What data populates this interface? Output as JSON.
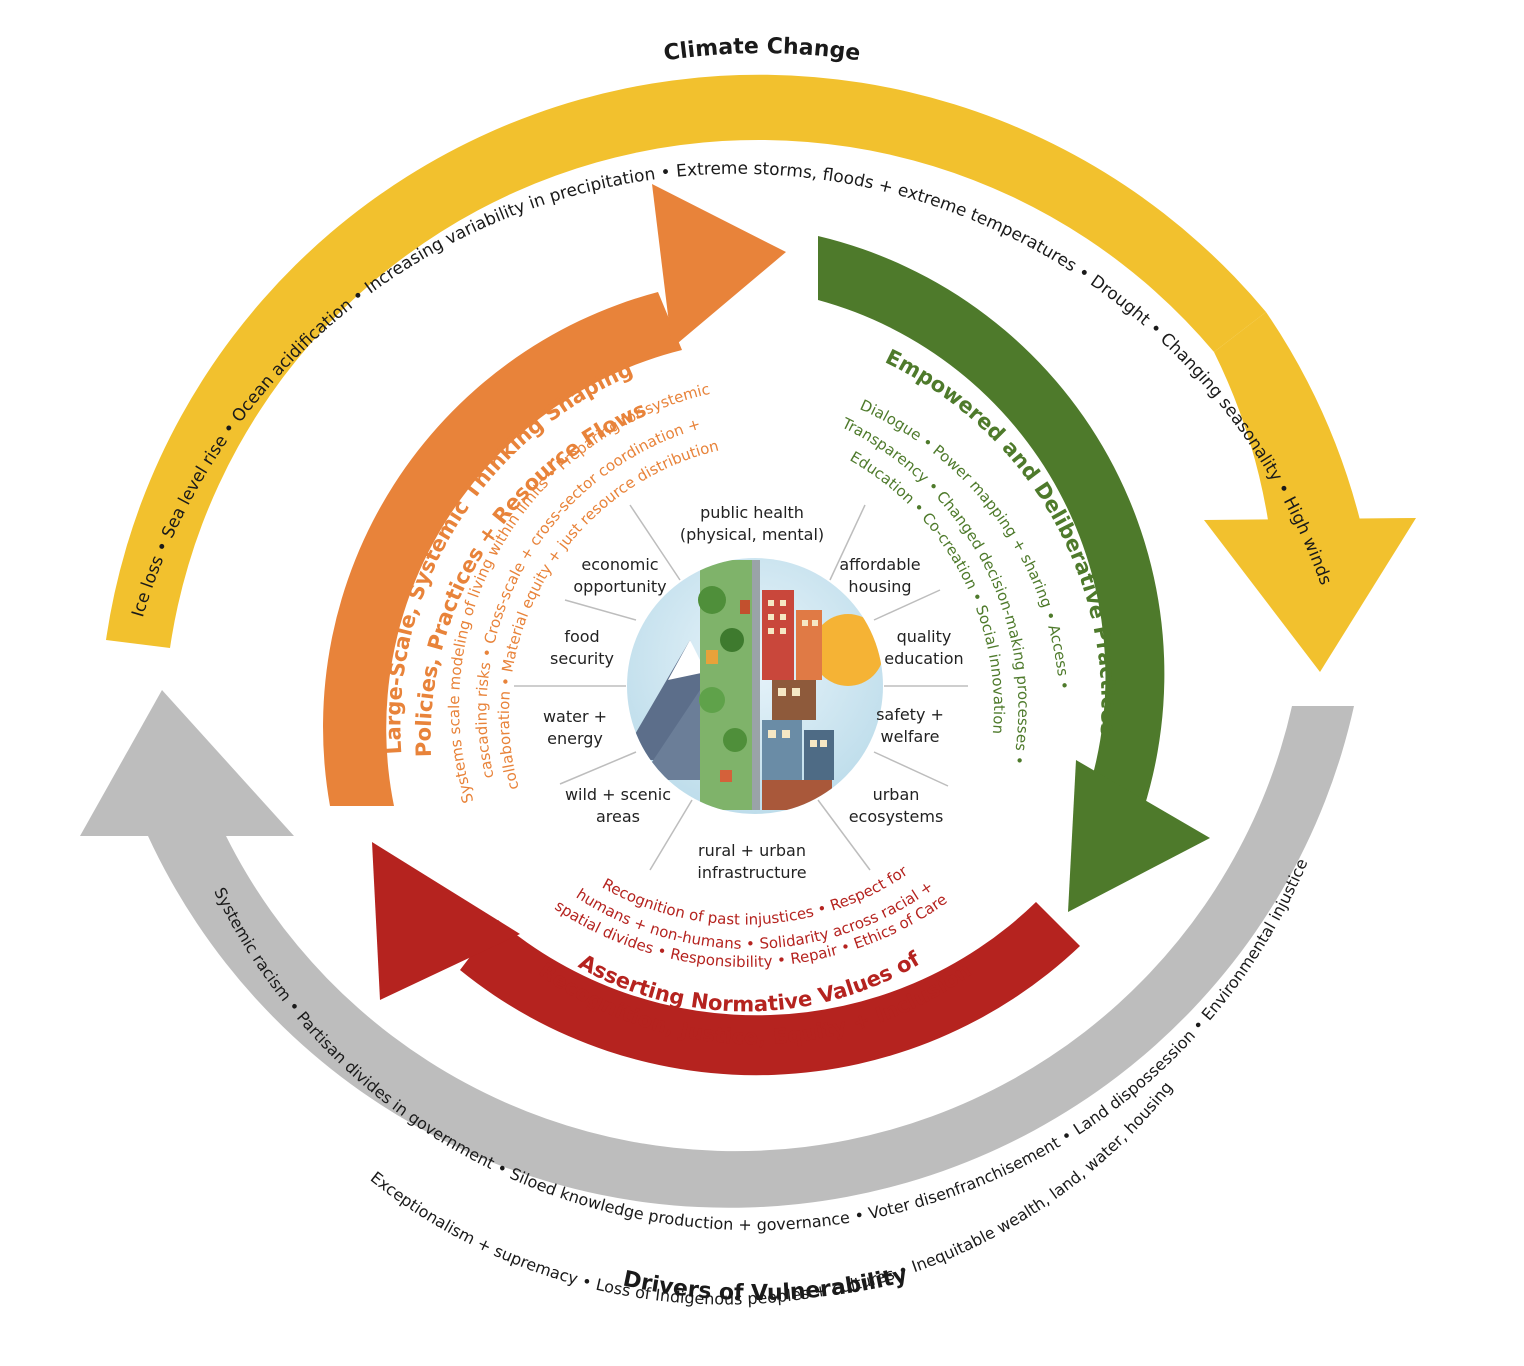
{
  "outer_arcs": {
    "climate_change": {
      "title": "Climate Change",
      "items": "Ice loss • Sea level rise • Ocean acidification • Increasing variability in precipitation • Extreme storms, floods + extreme temperatures • Drought • Changing seasonality • High winds",
      "color": "#F2C12E"
    },
    "drivers_of_vulnerability": {
      "title": "Drivers of Vulnerability",
      "items_line1": "Systemic racism • Partisan divides in government • Siloed knowledge production + governance • Voter disenfranchisement • Land dispossession • Environmental injustice",
      "items_line2": "Exceptionalism + supremacy • Loss of Indigenous peoples + cultures • Inequitable wealth, land, water, housing",
      "color": "#BDBDBD"
    }
  },
  "inner_arcs": {
    "systemic": {
      "title_line1": "Large-Scale, Systemic Thinking Shaping",
      "title_line2": "Policies, Practices + Resource Flows",
      "items_line1": "Systems scale modeling of living within limits • Preparing for systemic",
      "items_line2": "cascading risks • Cross-scale + cross-sector coordination +",
      "items_line3": "collaboration • Material equity + just resource distribution",
      "color": "#E8833A"
    },
    "empowered": {
      "title": "Empowered and Deliberative Practices",
      "items_line1": "Dialogue • Power mapping + sharing • Access •",
      "items_line2": "Transparency • Changed decision-making processes •",
      "items_line3": "Education • Co-creation • Social innovation",
      "color": "#4E7A2B"
    },
    "normative": {
      "items_line1": "Recognition of past injustices • Respect for",
      "items_line2": "humans + non-humans • Solidarity across racial +",
      "items_line3": "spatial divides • Responsibility • Repair • Ethics of Care",
      "title_line1": "Asserting Normative Values of",
      "title_line2": "Recognition, Justice, Equity + Inclusion",
      "color": "#B5231F"
    }
  },
  "center_items": [
    {
      "lines": [
        "public health",
        "(physical, mental)"
      ]
    },
    {
      "lines": [
        "affordable",
        "housing"
      ]
    },
    {
      "lines": [
        "quality",
        "education"
      ]
    },
    {
      "lines": [
        "safety +",
        "welfare"
      ]
    },
    {
      "lines": [
        "urban",
        "ecosystems"
      ]
    },
    {
      "lines": [
        "rural + urban",
        "infrastructure"
      ]
    },
    {
      "lines": [
        "wild + scenic",
        "areas"
      ]
    },
    {
      "lines": [
        "water +",
        "energy"
      ]
    },
    {
      "lines": [
        "food",
        "security"
      ]
    },
    {
      "lines": [
        "economic",
        "opportunity"
      ]
    }
  ]
}
